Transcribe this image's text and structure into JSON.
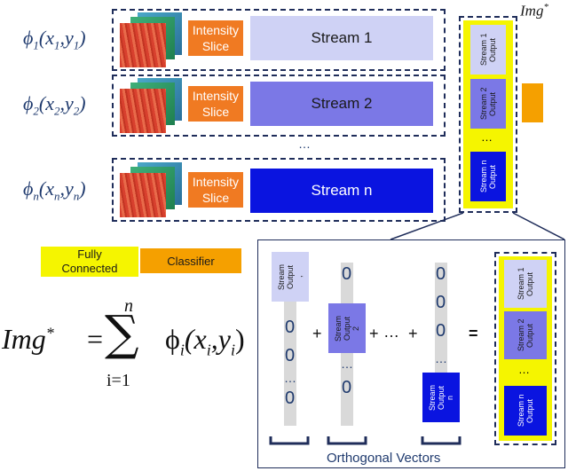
{
  "streams": [
    {
      "phi": "ϕ",
      "sub": "1",
      "xvar": "(x",
      "xsub": "1",
      "yvar": ",y",
      "ysub": "1",
      "close": ")",
      "slice_line1": "Intensity",
      "slice_line2": "Slice",
      "label": "Stream 1",
      "color": "#cfd2f5"
    },
    {
      "phi": "ϕ",
      "sub": "2",
      "xvar": "(x",
      "xsub": "2",
      "yvar": ",y",
      "ysub": "2",
      "close": ")",
      "slice_line1": "Intensity",
      "slice_line2": "Slice",
      "label": "Stream 2",
      "color": "#7b78e6"
    },
    {
      "phi": "ϕ",
      "sub": "n",
      "xvar": "(x",
      "xsub": "n",
      "yvar": ",y",
      "ysub": "n",
      "close": ")",
      "slice_line1": "Intensity",
      "slice_line2": "Slice",
      "label": "Stream n",
      "color": "#0a14e0"
    }
  ],
  "ellipsis": "…",
  "img_star_label": "Img",
  "img_star_sup": "*",
  "output_column": [
    {
      "line1": "Stream 1",
      "line2": "Output",
      "color": "#cfd2f5"
    },
    {
      "line1": "Stream 2",
      "line2": "Output",
      "color": "#7b78e6"
    },
    {
      "line1": "Stream n",
      "line2": "Output",
      "color": "#0a14e0"
    }
  ],
  "legend": {
    "fc_line1": "Fully",
    "fc_line2": "Connected",
    "classifier": "Classifier"
  },
  "equation": {
    "lhs": "Img",
    "sup": "*",
    "equals": "=",
    "sum_top": "n",
    "sum_sym": "∑",
    "sum_bottom": "i=1",
    "term": "ϕ",
    "term_sub": "i",
    "term_args": "(x",
    "x_sub": "i",
    "comma_y": ",y",
    "y_sub": "i",
    "term_close": ")"
  },
  "vectors": {
    "v1_line1": "Stream",
    "v1_line2": "Output",
    "v1_line3": ",",
    "v2_line1": "Stream",
    "v2_line2": "Output",
    "v2_line3": "2",
    "vn_line1": "Stream",
    "vn_line2": "Output",
    "vn_line3": "n",
    "zero": "0",
    "plus": "+",
    "ellipsis": "…",
    "equals": "=",
    "caption": "Orthogonal Vectors"
  },
  "colors": {
    "dash": "#1f2d5a",
    "yellow": "#f5f500",
    "orange": "#f5a000",
    "slice": "#f07a22"
  }
}
